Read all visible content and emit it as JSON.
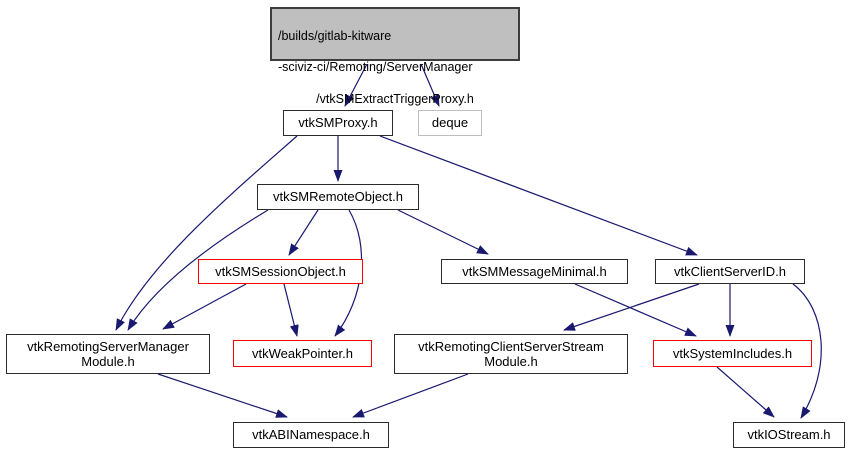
{
  "graph": {
    "kind": "include-dependency-graph",
    "colors": {
      "edge": "#191970",
      "current_node_fill": "#bfbfbf",
      "node_border": "#2b2b2b",
      "truncated_node_border": "#ff0000",
      "system_node_border": "#bebebe"
    },
    "nodes": [
      {
        "id": "main",
        "type": "current-file",
        "lines": [
          "/builds/gitlab-kitware",
          "-sciviz-ci/Remoting/ServerManager",
          "/vtkSMExtractTriggerProxy.h"
        ]
      },
      {
        "id": "vtkSMProxy.h",
        "type": "header",
        "label": "vtkSMProxy.h"
      },
      {
        "id": "deque",
        "type": "system",
        "label": "deque"
      },
      {
        "id": "vtkSMRemoteObject.h",
        "type": "header",
        "label": "vtkSMRemoteObject.h"
      },
      {
        "id": "vtkSMSessionObject.h",
        "type": "header-truncated",
        "label": "vtkSMSessionObject.h"
      },
      {
        "id": "vtkSMMessageMinimal.h",
        "type": "header",
        "label": "vtkSMMessageMinimal.h"
      },
      {
        "id": "vtkClientServerID.h",
        "type": "header",
        "label": "vtkClientServerID.h"
      },
      {
        "id": "vtkRemotingServerManagerModule.h",
        "type": "header",
        "label": "vtkRemotingServerManager\nModule.h"
      },
      {
        "id": "vtkWeakPointer.h",
        "type": "header-truncated",
        "label": "vtkWeakPointer.h"
      },
      {
        "id": "vtkRemotingClientServerStreamModule.h",
        "type": "header",
        "label": "vtkRemotingClientServerStream\nModule.h"
      },
      {
        "id": "vtkSystemIncludes.h",
        "type": "header-truncated",
        "label": "vtkSystemIncludes.h"
      },
      {
        "id": "vtkABINamespace.h",
        "type": "header",
        "label": "vtkABINamespace.h"
      },
      {
        "id": "vtkIOStream.h",
        "type": "header",
        "label": "vtkIOStream.h"
      }
    ],
    "edges": [
      {
        "from": "main",
        "to": "vtkSMProxy.h"
      },
      {
        "from": "main",
        "to": "deque"
      },
      {
        "from": "vtkSMProxy.h",
        "to": "vtkSMRemoteObject.h"
      },
      {
        "from": "vtkSMProxy.h",
        "to": "vtkRemotingServerManagerModule.h"
      },
      {
        "from": "vtkSMProxy.h",
        "to": "vtkClientServerID.h"
      },
      {
        "from": "vtkSMRemoteObject.h",
        "to": "vtkSMSessionObject.h"
      },
      {
        "from": "vtkSMRemoteObject.h",
        "to": "vtkRemotingServerManagerModule.h"
      },
      {
        "from": "vtkSMRemoteObject.h",
        "to": "vtkWeakPointer.h"
      },
      {
        "from": "vtkSMRemoteObject.h",
        "to": "vtkSMMessageMinimal.h"
      },
      {
        "from": "vtkSMSessionObject.h",
        "to": "vtkRemotingServerManagerModule.h"
      },
      {
        "from": "vtkSMSessionObject.h",
        "to": "vtkWeakPointer.h"
      },
      {
        "from": "vtkSMMessageMinimal.h",
        "to": "vtkSystemIncludes.h"
      },
      {
        "from": "vtkClientServerID.h",
        "to": "vtkRemotingClientServerStreamModule.h"
      },
      {
        "from": "vtkClientServerID.h",
        "to": "vtkSystemIncludes.h"
      },
      {
        "from": "vtkClientServerID.h",
        "to": "vtkIOStream.h"
      },
      {
        "from": "vtkRemotingServerManagerModule.h",
        "to": "vtkABINamespace.h"
      },
      {
        "from": "vtkRemotingClientServerStreamModule.h",
        "to": "vtkABINamespace.h"
      },
      {
        "from": "vtkSystemIncludes.h",
        "to": "vtkIOStream.h"
      }
    ]
  }
}
